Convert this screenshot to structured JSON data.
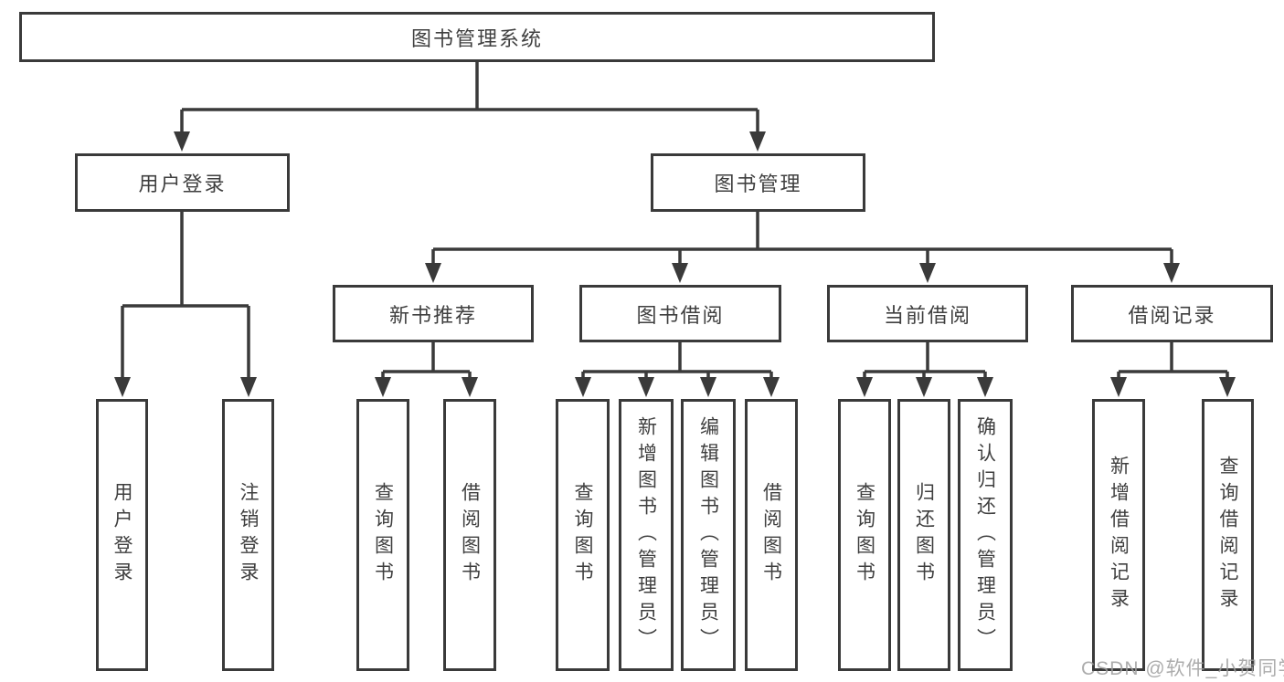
{
  "tree": {
    "root": {
      "label": "图书管理系统"
    },
    "branches": [
      {
        "label": "用户登录",
        "children": [
          {
            "label": "用户登录"
          },
          {
            "label": "注销登录"
          }
        ]
      },
      {
        "label": "图书管理",
        "children": [
          {
            "label": "新书推荐",
            "children": [
              {
                "label": "查询图书"
              },
              {
                "label": "借阅图书"
              }
            ]
          },
          {
            "label": "图书借阅",
            "children": [
              {
                "label": "查询图书"
              },
              {
                "label": "新增图书（管理员）"
              },
              {
                "label": "编辑图书（管理员）"
              },
              {
                "label": "借阅图书"
              }
            ]
          },
          {
            "label": "当前借阅",
            "children": [
              {
                "label": "查询图书"
              },
              {
                "label": "归还图书"
              },
              {
                "label": "确认归还（管理员）"
              }
            ]
          },
          {
            "label": "借阅记录",
            "children": [
              {
                "label": "新增借阅记录"
              },
              {
                "label": "查询借阅记录"
              }
            ]
          }
        ]
      }
    ]
  },
  "watermark": {
    "text": "CSDN @软件_小贺同学"
  },
  "colors": {
    "line": "#3a3a3a",
    "box_border": "#3a3a3a",
    "text": "#3f3f3f",
    "watermark": "#9e9e9e",
    "background": "#ffffff"
  }
}
